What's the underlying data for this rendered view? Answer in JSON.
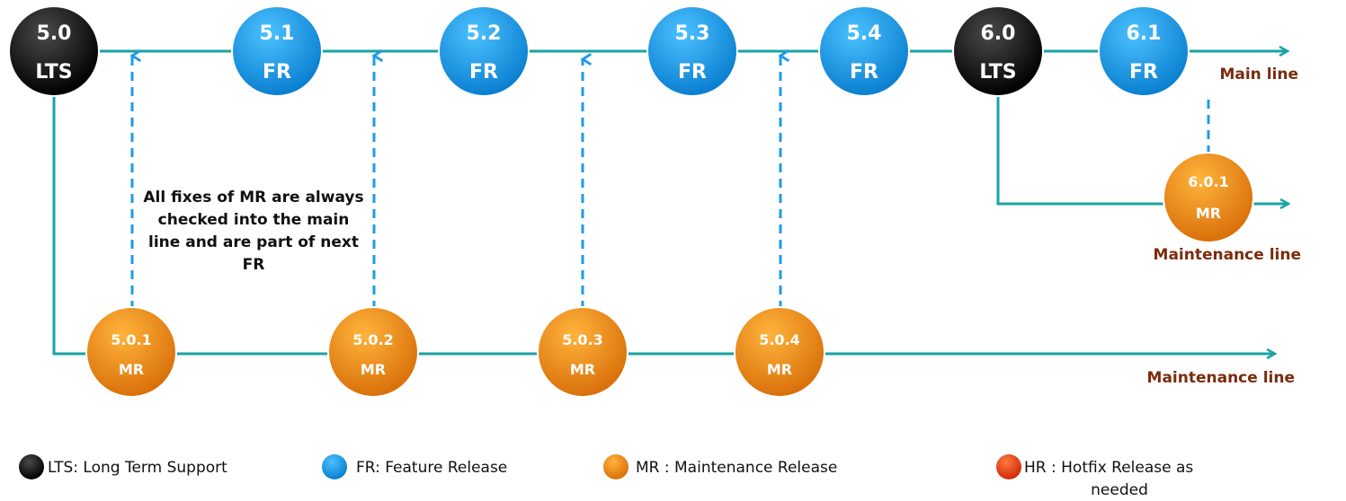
{
  "nodes": {
    "n50": {
      "version": "5.0",
      "type": "LTS"
    },
    "n51": {
      "version": "5.1",
      "type": "FR"
    },
    "n52": {
      "version": "5.2",
      "type": "FR"
    },
    "n53": {
      "version": "5.3",
      "type": "FR"
    },
    "n54": {
      "version": "5.4",
      "type": "FR"
    },
    "n60": {
      "version": "6.0",
      "type": "LTS"
    },
    "n61": {
      "version": "6.1",
      "type": "FR"
    },
    "n501": {
      "version": "5.0.1",
      "type": "MR"
    },
    "n502": {
      "version": "5.0.2",
      "type": "MR"
    },
    "n503": {
      "version": "5.0.3",
      "type": "MR"
    },
    "n504": {
      "version": "5.0.4",
      "type": "MR"
    },
    "n601": {
      "version": "6.0.1",
      "type": "MR"
    }
  },
  "lines": {
    "main": "Main line",
    "maintenance_60": "Maintenance line",
    "maintenance_50": "Maintenance line"
  },
  "note": {
    "lines": [
      "All fixes of MR are always",
      "checked into the main",
      "line and are part of next",
      "FR"
    ]
  },
  "legend": {
    "lts": "LTS: Long Term Support",
    "fr": "FR: Feature Release",
    "mr": "MR : Maintenance Release",
    "hr_line1": "HR : Hotfix Release as",
    "hr_line2": "needed"
  },
  "colors": {
    "lts": "#111111",
    "fr": "#1e9be8",
    "mr": "#f08c0c",
    "hr": "#e8350c",
    "line": "#1aa3a3",
    "dashed": "#1e9be8",
    "label": "#7a2c0e"
  }
}
